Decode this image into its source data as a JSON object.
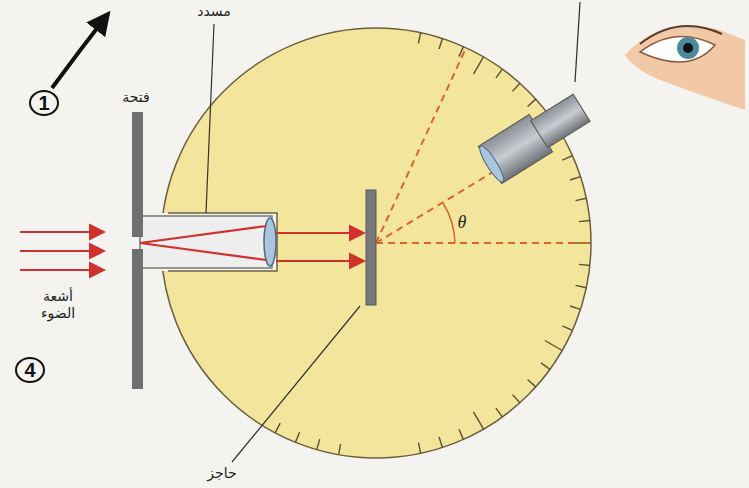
{
  "diagram": {
    "labels": [
      "مسدد",
      "فتحة",
      "أشعة الضوء",
      "حاجز",
      "θ",
      "1",
      "4"
    ]
  }
}
